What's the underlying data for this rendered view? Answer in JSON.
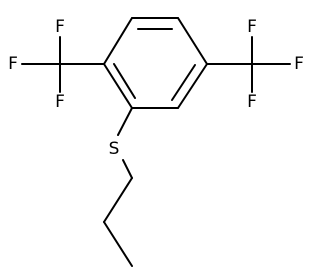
{
  "molecule": {
    "atoms": {
      "cf3_left_f_top": "F",
      "cf3_left_f_side": "F",
      "cf3_left_f_bottom": "F",
      "cf3_right_f_top": "F",
      "cf3_right_f_side": "F",
      "cf3_right_f_bottom": "F",
      "sulfur": "S"
    }
  }
}
